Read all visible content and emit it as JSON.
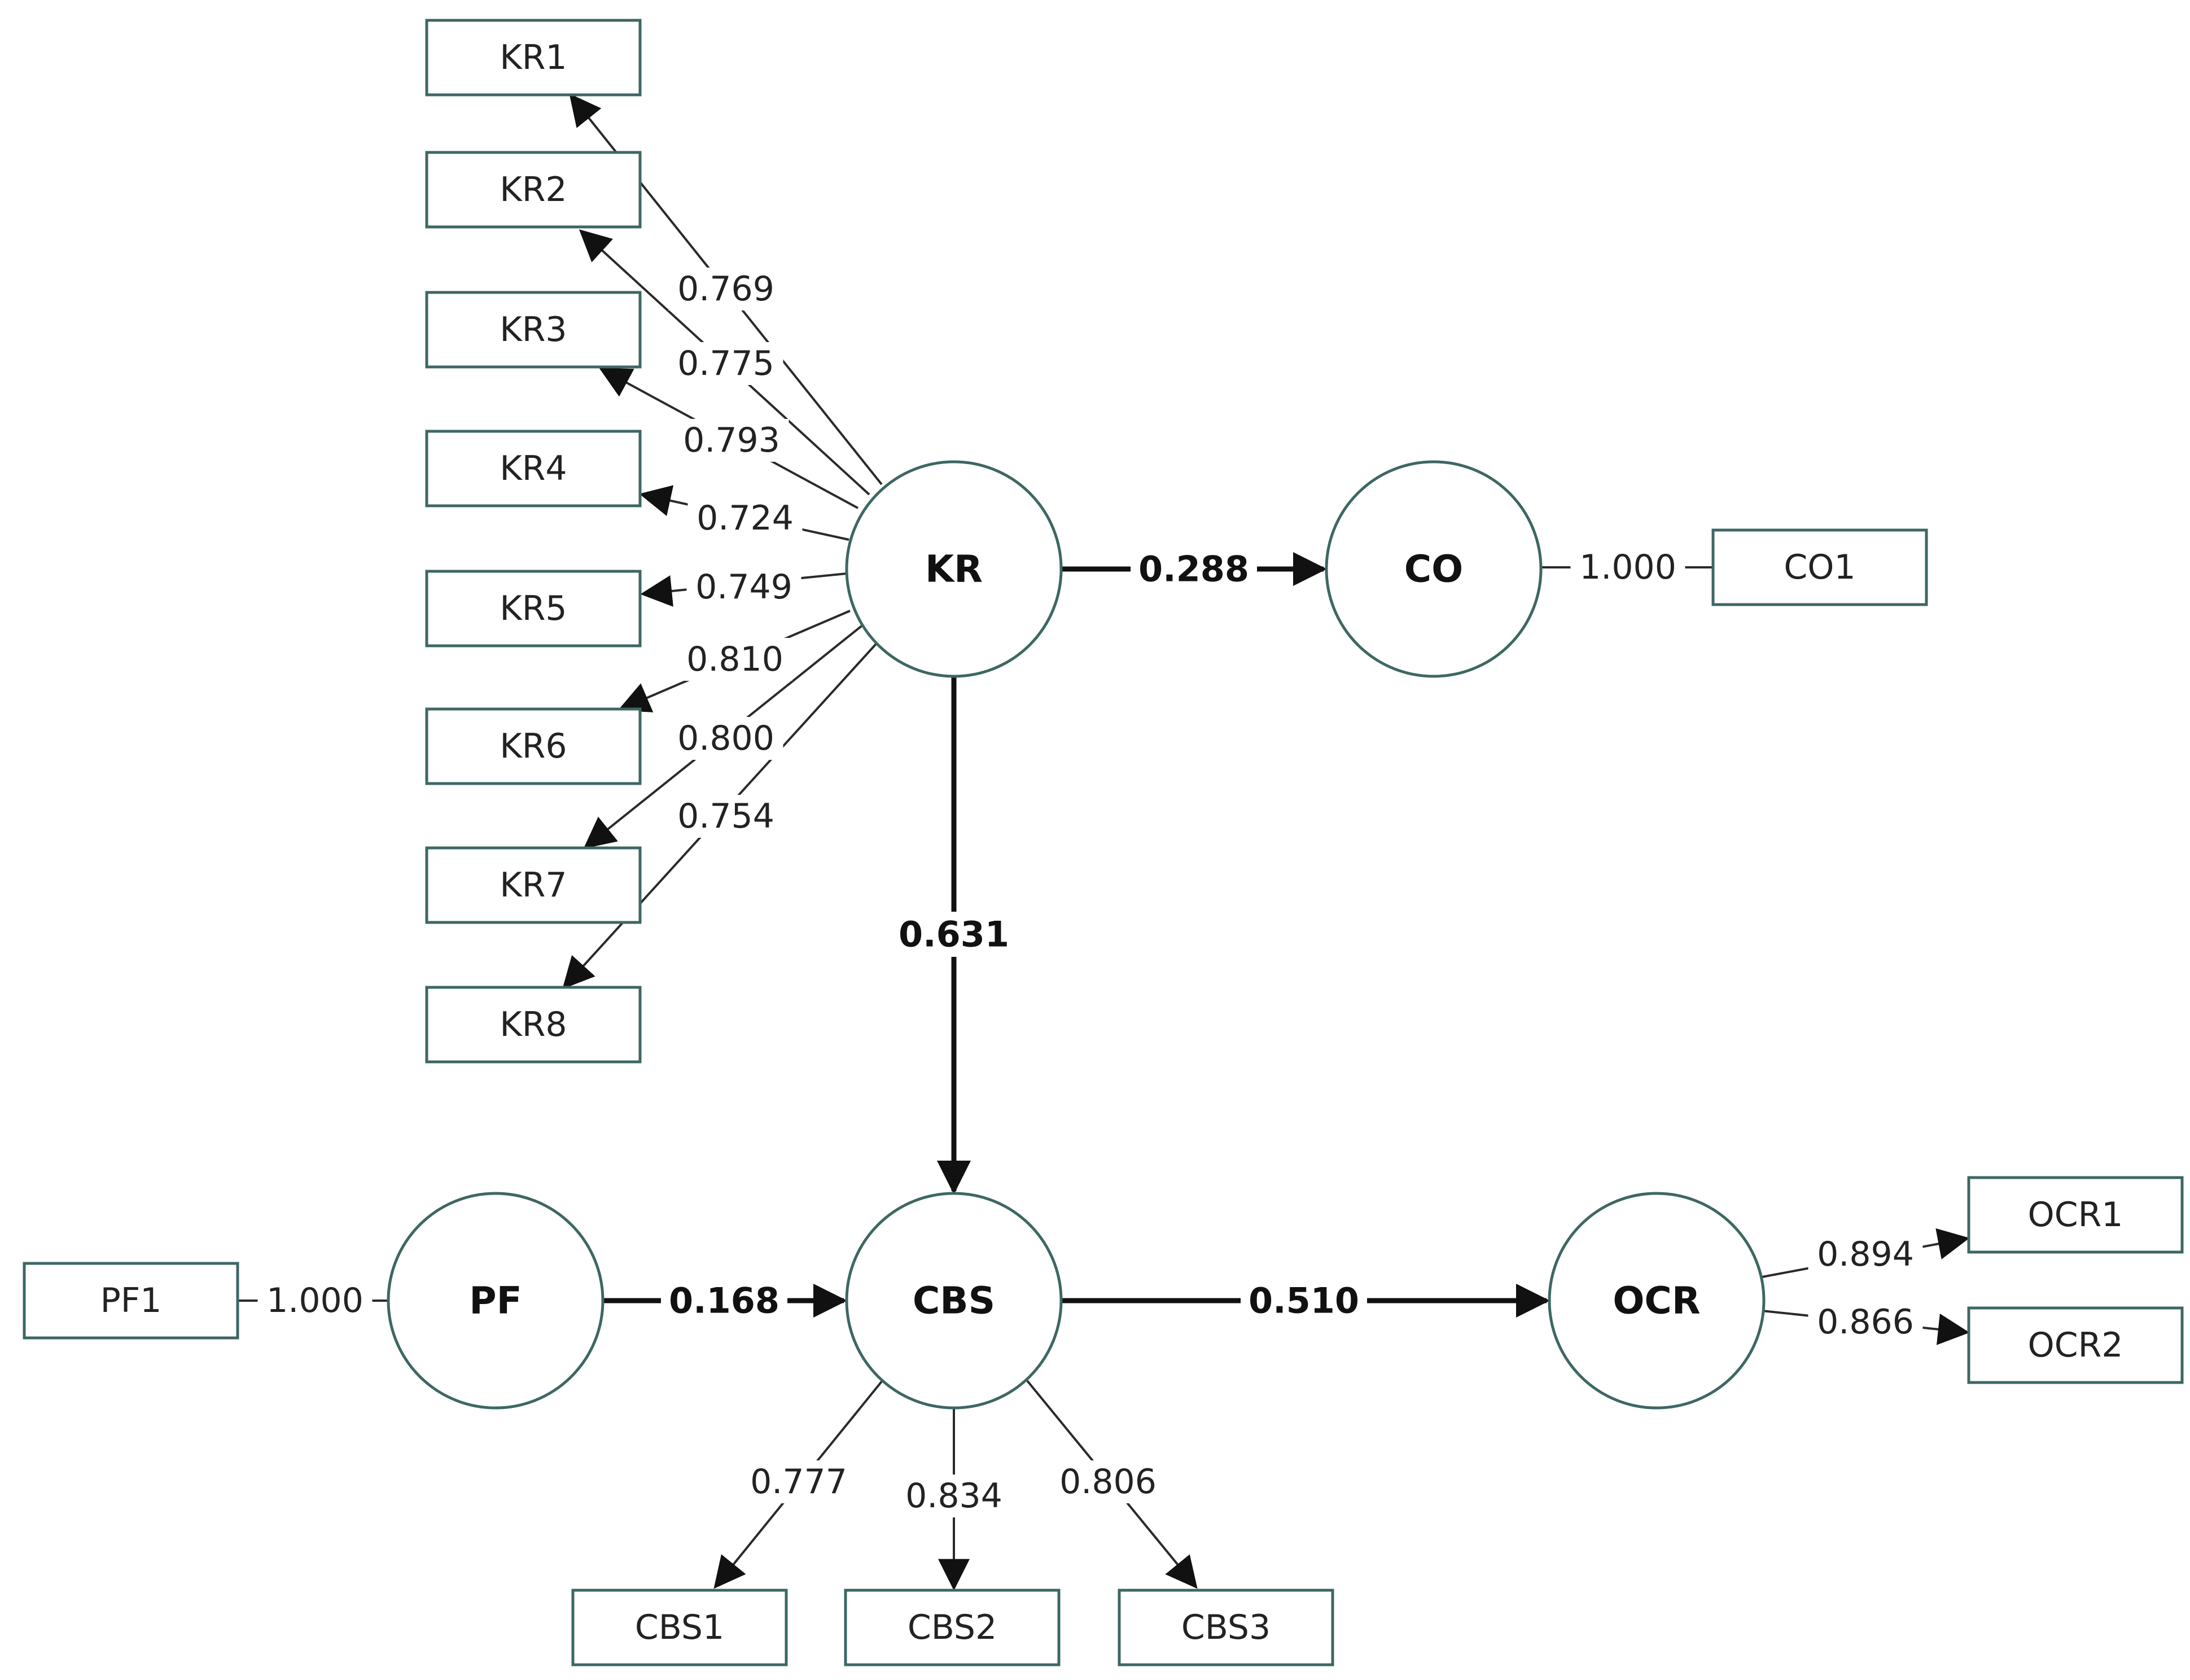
{
  "latents": [
    {
      "id": "KR",
      "label": "KR"
    },
    {
      "id": "CO",
      "label": "CO"
    },
    {
      "id": "PF",
      "label": "PF"
    },
    {
      "id": "CBS",
      "label": "CBS"
    },
    {
      "id": "OCR",
      "label": "OCR"
    }
  ],
  "indicators": [
    {
      "id": "KR1",
      "label": "KR1"
    },
    {
      "id": "KR2",
      "label": "KR2"
    },
    {
      "id": "KR3",
      "label": "KR3"
    },
    {
      "id": "KR4",
      "label": "KR4"
    },
    {
      "id": "KR5",
      "label": "KR5"
    },
    {
      "id": "KR6",
      "label": "KR6"
    },
    {
      "id": "KR7",
      "label": "KR7"
    },
    {
      "id": "KR8",
      "label": "KR8"
    },
    {
      "id": "CO1",
      "label": "CO1"
    },
    {
      "id": "PF1",
      "label": "PF1"
    },
    {
      "id": "CBS1",
      "label": "CBS1"
    },
    {
      "id": "CBS2",
      "label": "CBS2"
    },
    {
      "id": "CBS3",
      "label": "CBS3"
    },
    {
      "id": "OCR1",
      "label": "OCR1"
    },
    {
      "id": "OCR2",
      "label": "OCR2"
    }
  ],
  "loadings": [
    {
      "latent": "KR",
      "indicator": "KR1",
      "value": "0.769",
      "arrow": true
    },
    {
      "latent": "KR",
      "indicator": "KR2",
      "value": "0.775",
      "arrow": true
    },
    {
      "latent": "KR",
      "indicator": "KR3",
      "value": "0.793",
      "arrow": true
    },
    {
      "latent": "KR",
      "indicator": "KR4",
      "value": "0.724",
      "arrow": true
    },
    {
      "latent": "KR",
      "indicator": "KR5",
      "value": "0.749",
      "arrow": true
    },
    {
      "latent": "KR",
      "indicator": "KR6",
      "value": "0.810",
      "arrow": true
    },
    {
      "latent": "KR",
      "indicator": "KR7",
      "value": "0.800",
      "arrow": true
    },
    {
      "latent": "KR",
      "indicator": "KR8",
      "value": "0.754",
      "arrow": true
    },
    {
      "latent": "CO",
      "indicator": "CO1",
      "value": "1.000",
      "arrow": false
    },
    {
      "latent": "PF",
      "indicator": "PF1",
      "value": "1.000",
      "arrow": false
    },
    {
      "latent": "CBS",
      "indicator": "CBS1",
      "value": "0.777",
      "arrow": true
    },
    {
      "latent": "CBS",
      "indicator": "CBS2",
      "value": "0.834",
      "arrow": true
    },
    {
      "latent": "CBS",
      "indicator": "CBS3",
      "value": "0.806",
      "arrow": true
    },
    {
      "latent": "OCR",
      "indicator": "OCR1",
      "value": "0.894",
      "arrow": true
    },
    {
      "latent": "OCR",
      "indicator": "OCR2",
      "value": "0.866",
      "arrow": true
    }
  ],
  "paths": [
    {
      "from": "KR",
      "to": "CO",
      "value": "0.288"
    },
    {
      "from": "KR",
      "to": "CBS",
      "value": "0.631"
    },
    {
      "from": "PF",
      "to": "CBS",
      "value": "0.168"
    },
    {
      "from": "CBS",
      "to": "OCR",
      "value": "0.510"
    }
  ],
  "colors": {
    "node_stroke": "#3d6763",
    "edge": "#111111",
    "background": "#ffffff"
  }
}
